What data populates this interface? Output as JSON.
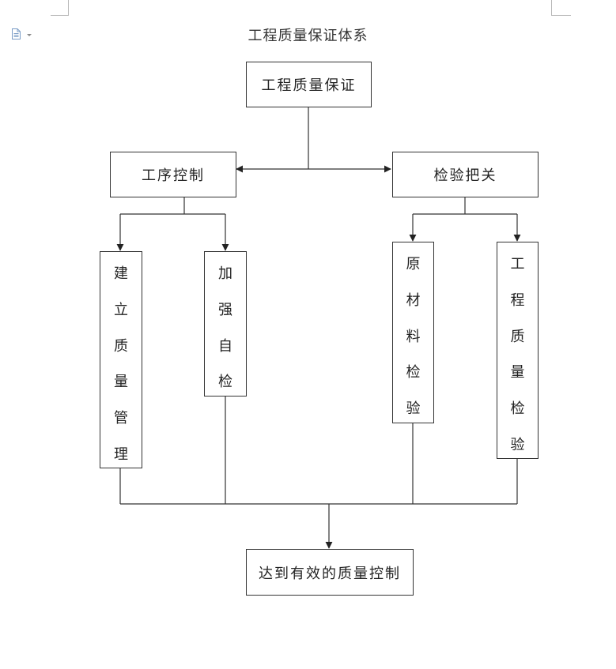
{
  "title": "工程质量保证体系",
  "nodes": {
    "root": "工程质量保证",
    "process_control": "工序控制",
    "inspection": "检验把关",
    "quality_management": "建立质量管理",
    "self_check": "加强自检",
    "material_inspection": "原材料检验",
    "engineering_inspection": "工程质量检验",
    "result": "达到有效的质量控制"
  },
  "icons": {
    "document": "document-icon",
    "dropdown": "chevron-down-icon"
  },
  "colors": {
    "line": "#333333",
    "crop_marks": "#b8b8b8",
    "icon": "#7a9cc6"
  }
}
